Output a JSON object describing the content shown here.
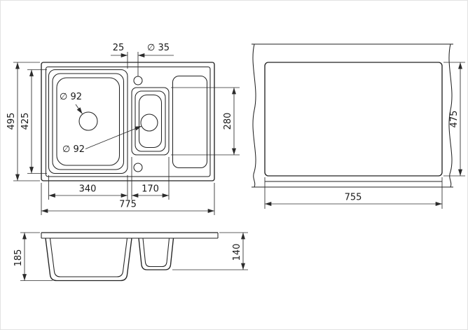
{
  "canvas": {
    "background": "#ffffff",
    "line_color": "#222222",
    "border_color": "#e2e2e2"
  },
  "plan_view": {
    "labels": {
      "faucet_offset": "25",
      "faucet_hole_diameter": "∅ 35",
      "overall_depth": "495",
      "inner_depth": "425",
      "main_drain_diameter": "∅ 92",
      "secondary_drain_diameter": "∅ 92",
      "secondary_bowl_length": "280",
      "main_bowl_width": "340",
      "secondary_bowl_width": "170",
      "overall_width": "775"
    }
  },
  "cutout_view": {
    "labels": {
      "cutout_depth": "475",
      "cutout_width": "755"
    }
  },
  "front_view": {
    "labels": {
      "overall_height": "185",
      "secondary_bowl_depth": "140"
    }
  }
}
